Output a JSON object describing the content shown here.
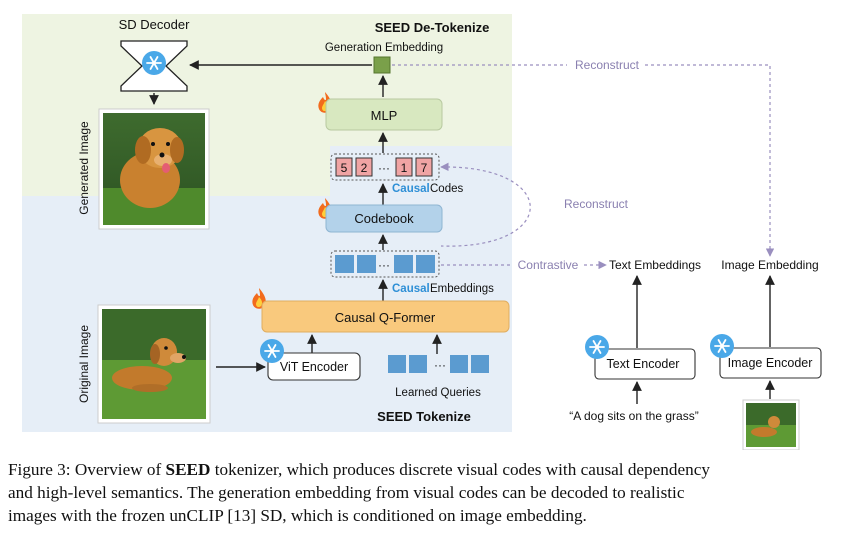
{
  "labels": {
    "sd_decoder": "SD Decoder",
    "seed_detokenize": "SEED De-Tokenize",
    "seed_tokenize": "SEED Tokenize",
    "generation_embedding": "Generation Embedding",
    "reconstruct_top": "Reconstruct",
    "reconstruct_mid": "Reconstruct",
    "mlp": "MLP",
    "codebook": "Codebook",
    "causal_word": "Causal",
    "codes_word": "Codes",
    "embeddings_word": "Embeddings",
    "causal_qformer": "Causal Q-Former",
    "vit_encoder": "ViT Encoder",
    "learned_queries": "Learned Queries",
    "generated_image": "Generated Image",
    "original_image": "Original Image",
    "contrastive": "Contrastive",
    "text_embeddings": "Text Embeddings",
    "image_embedding": "Image Embedding",
    "text_encoder": "Text Encoder",
    "image_encoder": "Image Encoder",
    "prompt": "“A dog sits on the grass”",
    "ellipsis": "···"
  },
  "codes": [
    "5",
    "2",
    "1",
    "7"
  ],
  "colors": {
    "detokenize_bg": "#eef4e2",
    "tokenize_bg": "#e6eef7",
    "mlp_fill": "#d8e8c0",
    "codebook_fill": "#b3d2ea",
    "qformer_fill": "#f9c97d",
    "code_fill": "#f0a4a4",
    "embed_fill": "#5b9bd0",
    "gen_embed_fill": "#7aa04a",
    "causal_text": "#2e8fd6",
    "dashed_line": "#9a8fbf"
  },
  "caption": {
    "figure_label": "Figure 3: Overview of ",
    "seed_bold": "SEED",
    "rest_line1": " tokenizer, which produces discrete visual codes with causal dependency",
    "line2": "and high-level semantics. The generation embedding from visual codes can be decoded to realistic",
    "line3": "images with the frozen unCLIP [13] SD, which is conditioned on image embedding."
  }
}
